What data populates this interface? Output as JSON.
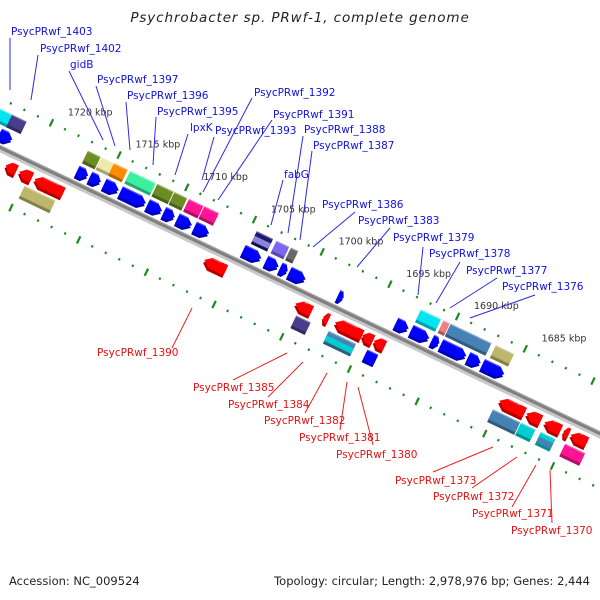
{
  "title": "Psychrobacter sp. PRwf-1, complete genome",
  "footer": {
    "accession": "Accession: NC_009524",
    "summary": "Topology: circular; Length: 2,978,976 bp; Genes: 2,444"
  },
  "colors": {
    "forward_cds": "#0000ff",
    "reverse_cds": "#ff0000",
    "backbone": "#808080",
    "ruler": "#1a8a1a",
    "label_forward": "#1010e0",
    "label_reverse": "#e81010"
  },
  "ruler": {
    "unit": "kbp",
    "direction": "decreasing left-to-right",
    "major_step_kbp": 5,
    "minor_step_kbp": 1,
    "visible_range_kbp": [
      1724.4,
      1678.4
    ],
    "tick_labels": [
      "1720 kbp",
      "1715 kbp",
      "1710 kbp",
      "1705 kbp",
      "1700 kbp",
      "1695 kbp",
      "1690 kbp",
      "1685 kbp"
    ],
    "tick_values_kbp": [
      1720,
      1715,
      1710,
      1705,
      1700,
      1695,
      1690,
      1685
    ]
  },
  "labels": {
    "forward": [
      "PsycPRwf_1403",
      "PsycPRwf_1402",
      "gidB",
      "PsycPRwf_1397",
      "PsycPRwf_1396",
      "PsycPRwf_1395",
      "lpxK",
      "PsycPRwf_1393",
      "PsycPRwf_1392",
      "PsycPRwf_1391",
      "PsycPRwf_1388",
      "PsycPRwf_1387",
      "fabG",
      "PsycPRwf_1386",
      "PsycPRwf_1383",
      "PsycPRwf_1379",
      "PsycPRwf_1378",
      "PsycPRwf_1377",
      "PsycPRwf_1376"
    ],
    "reverse": [
      "PsycPRwf_1390",
      "PsycPRwf_1385",
      "PsycPRwf_1384",
      "PsycPRwf_1382",
      "PsycPRwf_1381",
      "PsycPRwf_1380",
      "PsycPRwf_1373",
      "PsycPRwf_1372",
      "PsycPRwf_1371",
      "PsycPRwf_1370"
    ]
  },
  "genes": {
    "forward_cds": [
      [
        1723.4,
        1722.73
      ],
      [
        1722.8,
        1721.87
      ],
      [
        1717.07,
        1716.27
      ],
      [
        1716.13,
        1715.33
      ],
      [
        1715.07,
        1714.0
      ],
      [
        1713.87,
        1712.0
      ],
      [
        1711.87,
        1710.8
      ],
      [
        1710.67,
        1709.87
      ],
      [
        1709.67,
        1708.6
      ],
      [
        1708.4,
        1707.33
      ],
      [
        1704.8,
        1703.47
      ],
      [
        1703.13,
        1702.2
      ],
      [
        1702.07,
        1701.53
      ],
      [
        1701.4,
        1700.2
      ],
      [
        1697.8,
        1697.4
      ],
      [
        1693.53,
        1692.6
      ],
      [
        1692.4,
        1691.07
      ],
      [
        1690.87,
        1690.33
      ],
      [
        1690.2,
        1688.33
      ],
      [
        1688.2,
        1687.27
      ],
      [
        1687.13,
        1685.53
      ]
    ],
    "forward_features": [
      {
        "range": [
          1724.4,
          1722.53
        ],
        "color": "#00e5ee"
      },
      {
        "range": [
          1722.6,
          1721.53
        ],
        "color": "#483d8b"
      },
      {
        "range": [
          1717.0,
          1716.07
        ],
        "color": "#6b8e23"
      },
      {
        "range": [
          1716.0,
          1715.07
        ],
        "color": "#eee8aa"
      },
      {
        "range": [
          1715.07,
          1714.07
        ],
        "color": "#ff8c00"
      },
      {
        "range": [
          1713.87,
          1712.0
        ],
        "color": "#3cf0a0"
      },
      {
        "range": [
          1711.87,
          1710.67
        ],
        "color": "#6b8e23"
      },
      {
        "range": [
          1710.6,
          1709.67
        ],
        "color": "#6b8e23"
      },
      {
        "range": [
          1709.53,
          1708.47
        ],
        "color": "#ff1493"
      },
      {
        "range": [
          1708.4,
          1707.33
        ],
        "color": "#ff1493"
      },
      {
        "range": [
          1704.53,
          1703.33
        ],
        "color": "#191970",
        "color2": "#8c82d8"
      },
      {
        "range": [
          1703.07,
          1702.13
        ],
        "color": "#7b68ee"
      },
      {
        "range": [
          1702.0,
          1701.47
        ],
        "color": "#696969"
      },
      {
        "range": [
          1692.4,
          1690.93
        ],
        "color": "#00e5ee"
      },
      {
        "range": [
          1690.73,
          1690.27
        ],
        "color": "#f08080"
      },
      {
        "range": [
          1690.2,
          1688.07
        ],
        "color": "#4682b4"
      },
      {
        "range": [
          1688.07,
          1687.2
        ],
        "color": "#4682b4"
      },
      {
        "range": [
          1686.87,
          1685.53
        ],
        "color": "#bdb76b"
      }
    ],
    "reverse_cds": [
      [
        1721.53,
        1720.73
      ],
      [
        1720.53,
        1719.6
      ],
      [
        1719.4,
        1717.27
      ],
      [
        1706.87,
        1705.27
      ],
      [
        1700.13,
        1698.93
      ],
      [
        1698.07,
        1697.67
      ],
      [
        1697.2,
        1695.2
      ],
      [
        1695.2,
        1694.4
      ],
      [
        1694.33,
        1693.53
      ],
      [
        1685.07,
        1683.2
      ],
      [
        1683.07,
        1682.0
      ],
      [
        1681.73,
        1680.53
      ],
      [
        1680.33,
        1679.93
      ],
      [
        1679.8,
        1678.6
      ]
    ],
    "reverse_features": [
      {
        "range": [
          1719.8,
          1717.53
        ],
        "color": "#bdb76b"
      },
      {
        "range": [
          1699.73,
          1698.67
        ],
        "color": "#483d8b"
      },
      {
        "range": [
          1697.33,
          1695.33
        ],
        "color": "#4682b4",
        "color2": "#00ced1"
      },
      {
        "range": [
          1694.47,
          1693.67
        ],
        "color": "#0000ff"
      },
      {
        "range": [
          1685.2,
          1683.2
        ],
        "color": "#4682b4"
      },
      {
        "range": [
          1683.13,
          1682.07
        ],
        "color": "#00ced1"
      },
      {
        "range": [
          1681.67,
          1680.6
        ],
        "color": "#00ced1",
        "color2": "#4682b4"
      },
      {
        "range": [
          1679.87,
          1678.4
        ],
        "color": "#ff1493"
      }
    ]
  }
}
